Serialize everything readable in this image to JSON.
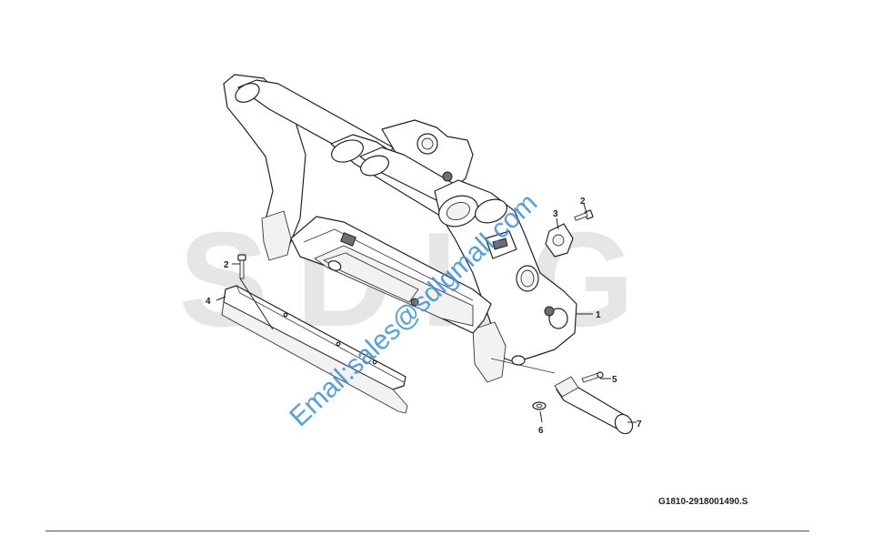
{
  "figure": {
    "drawing_code": "G1810-2918001490.S",
    "watermark_logo": "SDLG",
    "watermark_email": "Email:sales@sdlgmall.com"
  },
  "callouts": [
    {
      "id": "1",
      "label": "1"
    },
    {
      "id": "2a",
      "label": "2"
    },
    {
      "id": "2b",
      "label": "2"
    },
    {
      "id": "3",
      "label": "3"
    },
    {
      "id": "4",
      "label": "4"
    },
    {
      "id": "5",
      "label": "5"
    },
    {
      "id": "6",
      "label": "6"
    },
    {
      "id": "7",
      "label": "7"
    }
  ],
  "colors": {
    "watermark_logo": "#e6e6e6",
    "watermark_email": "#3a8fd6",
    "line": "#222222"
  }
}
